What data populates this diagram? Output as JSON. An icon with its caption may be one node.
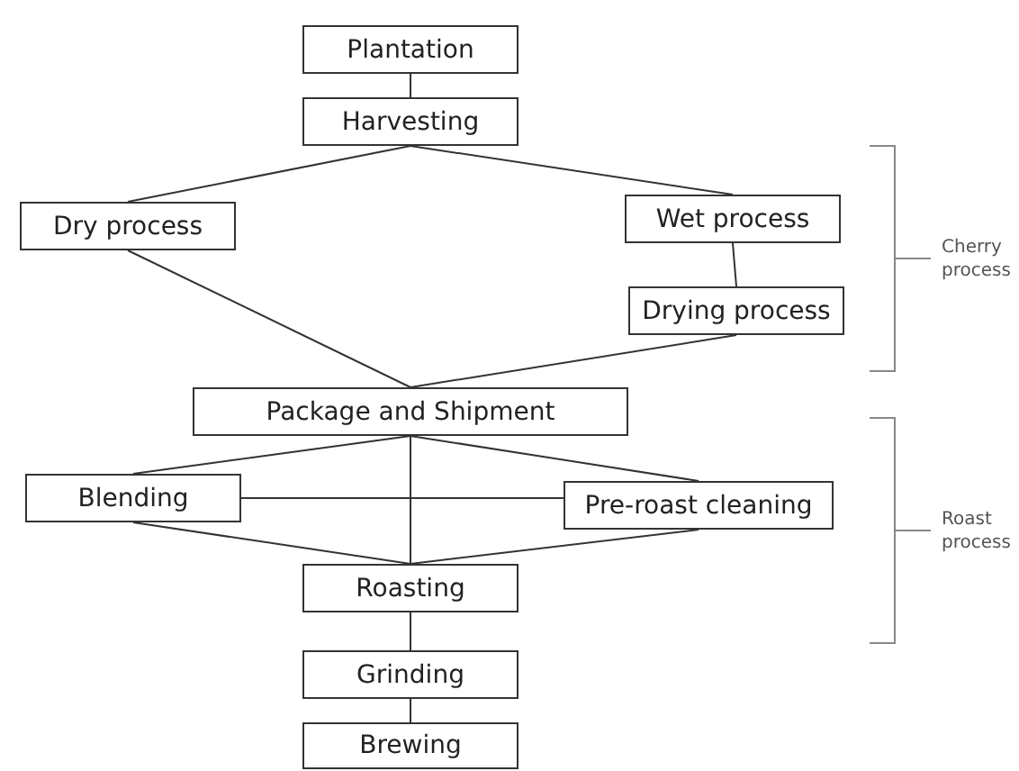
{
  "diagram": {
    "nodes": [
      {
        "text": [
          "Plantation"
        ]
      },
      {
        "text": [
          "Harvesting"
        ]
      },
      {
        "text": [
          "Dry process"
        ]
      },
      {
        "text": [
          "Wet process"
        ]
      },
      {
        "text": [
          "Drying process"
        ]
      },
      {
        "text": [
          "Package and Shipment"
        ]
      },
      {
        "text": [
          "Blending"
        ]
      },
      {
        "text": [
          "Pre-roast cleaning"
        ]
      },
      {
        "text": [
          "Roasting"
        ]
      },
      {
        "text": [
          "Grinding"
        ]
      },
      {
        "text": [
          "Brewing"
        ]
      }
    ],
    "edges": [
      {
        "from": 0,
        "to": 1,
        "arrow": "none"
      },
      {
        "from": 1,
        "to": 2,
        "arrow": "none"
      },
      {
        "from": 1,
        "to": 3,
        "arrow": "none"
      },
      {
        "from": 3,
        "to": 4,
        "arrow": "none"
      },
      {
        "from": 2,
        "to": 5,
        "arrow": "none"
      },
      {
        "from": 4,
        "to": 5,
        "arrow": "none"
      },
      {
        "from": 5,
        "to": 6,
        "arrow": "none"
      },
      {
        "from": 5,
        "to": 7,
        "arrow": "none"
      },
      {
        "from": 5,
        "to": 8,
        "arrow": "none"
      },
      {
        "from": 6,
        "to": 7,
        "arrow": "none"
      },
      {
        "from": 6,
        "to": 8,
        "arrow": "none"
      },
      {
        "from": 7,
        "to": 8,
        "arrow": "none"
      },
      {
        "from": 8,
        "to": 9,
        "arrow": "none"
      },
      {
        "from": 9,
        "to": 10,
        "arrow": "none"
      }
    ],
    "labels": [
      "Cherry process",
      "Roast process"
    ]
  }
}
